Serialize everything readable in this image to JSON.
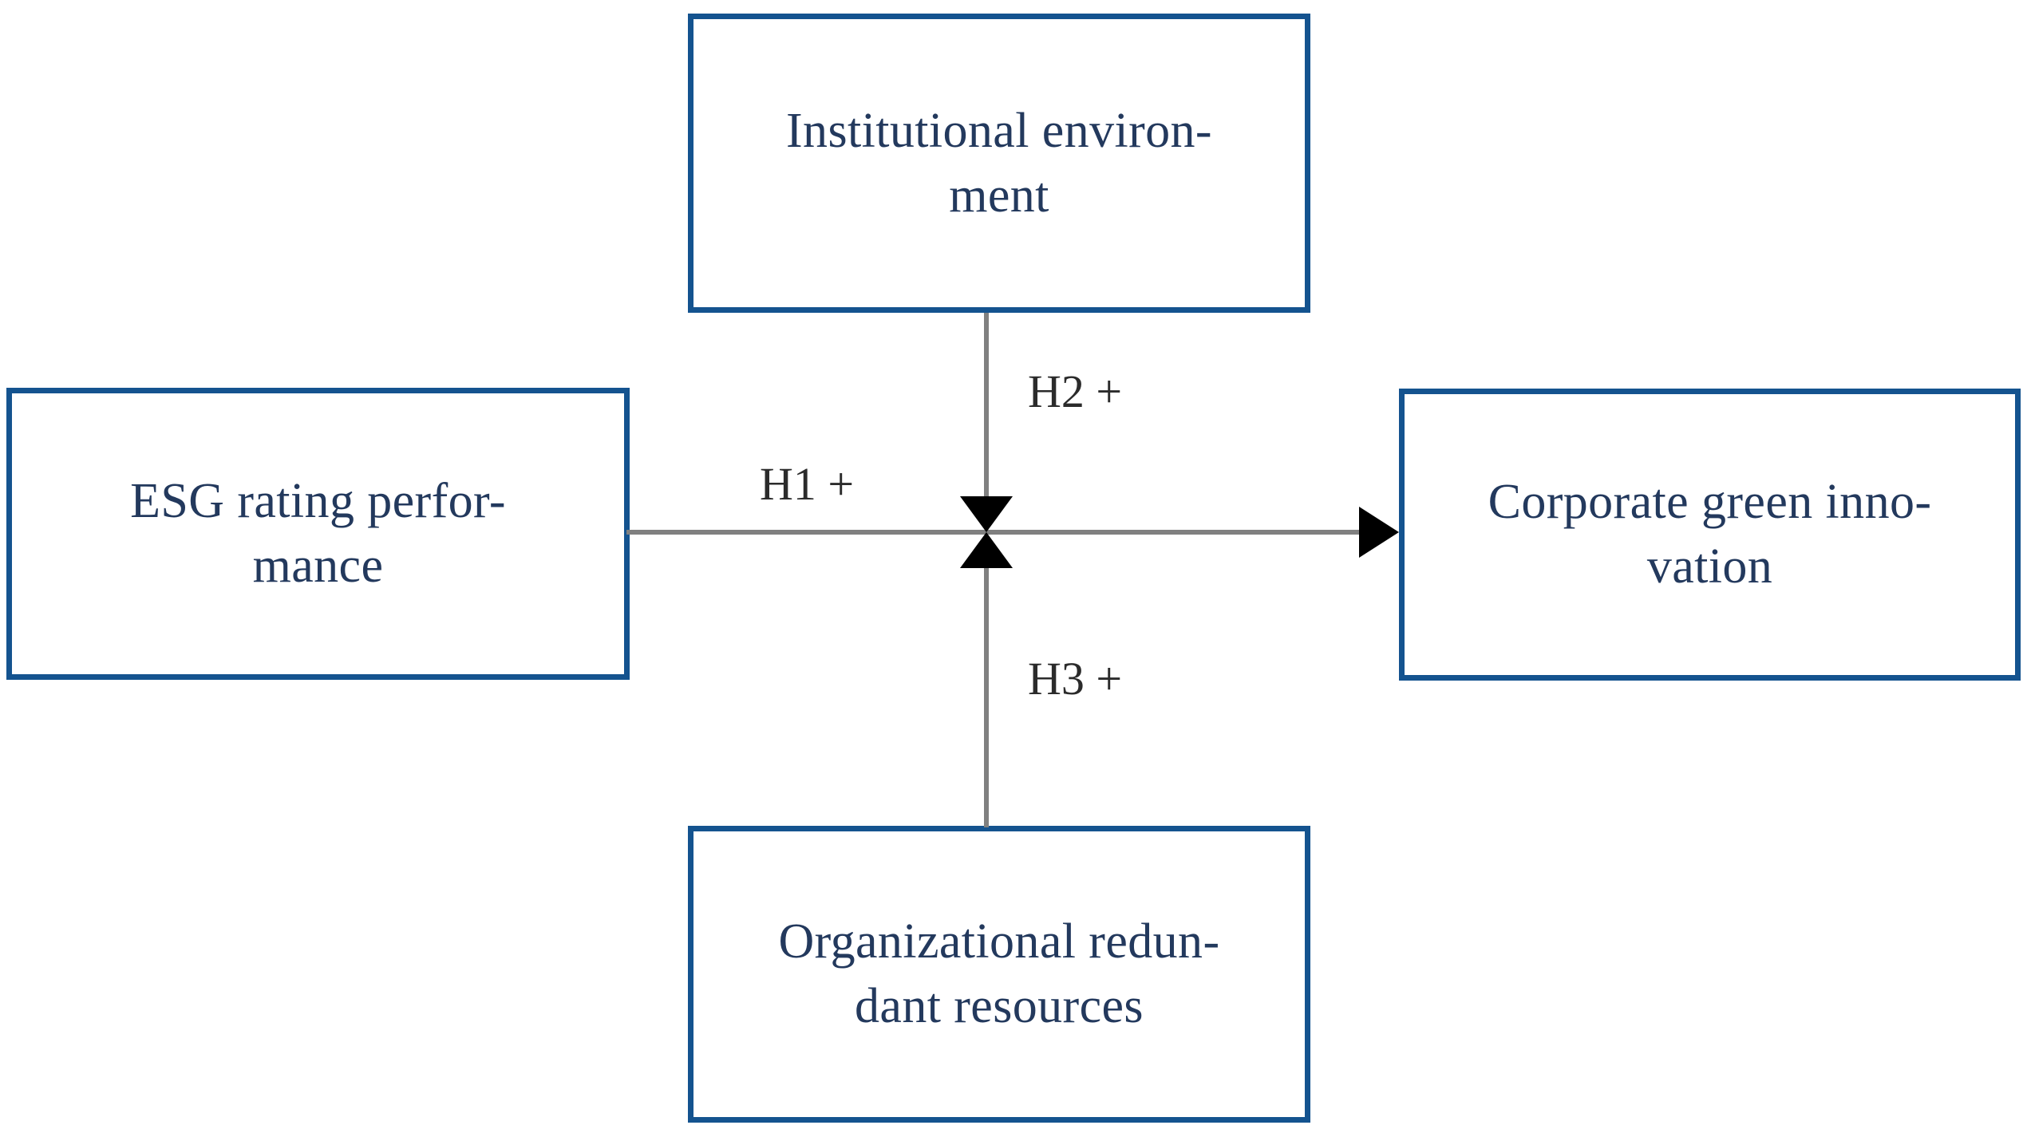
{
  "diagram": {
    "type": "research-model",
    "background_color": "#ffffff",
    "box_border_color": "#14538f",
    "box_text_color": "#23395d",
    "connector_color": "#808080",
    "arrowhead_color": "#000000",
    "label_text_color": "#2b2b2b",
    "nodes": [
      {
        "id": "institutional-environment",
        "label": "Institutional environ-\nment",
        "position": "top"
      },
      {
        "id": "esg-rating-performance",
        "label": "ESG rating perfor-\nmance",
        "position": "left"
      },
      {
        "id": "corporate-green-innovation",
        "label": "Corporate green inno-\nvation",
        "position": "right"
      },
      {
        "id": "organizational-redundant-resources",
        "label": "Organizational redun-\ndant resources",
        "position": "bottom"
      }
    ],
    "paths": [
      {
        "id": "h1",
        "label": "H1 +",
        "from": "esg-rating-performance",
        "to": "corporate-green-innovation",
        "sign": "+",
        "direction": "horizontal-right"
      },
      {
        "id": "h2",
        "label": "H2 +",
        "from": "institutional-environment",
        "to": "h1",
        "sign": "+",
        "direction": "vertical-down",
        "role": "moderator"
      },
      {
        "id": "h3",
        "label": "H3 +",
        "from": "organizational-redundant-resources",
        "to": "h1",
        "sign": "+",
        "direction": "vertical-up",
        "role": "moderator"
      }
    ]
  }
}
